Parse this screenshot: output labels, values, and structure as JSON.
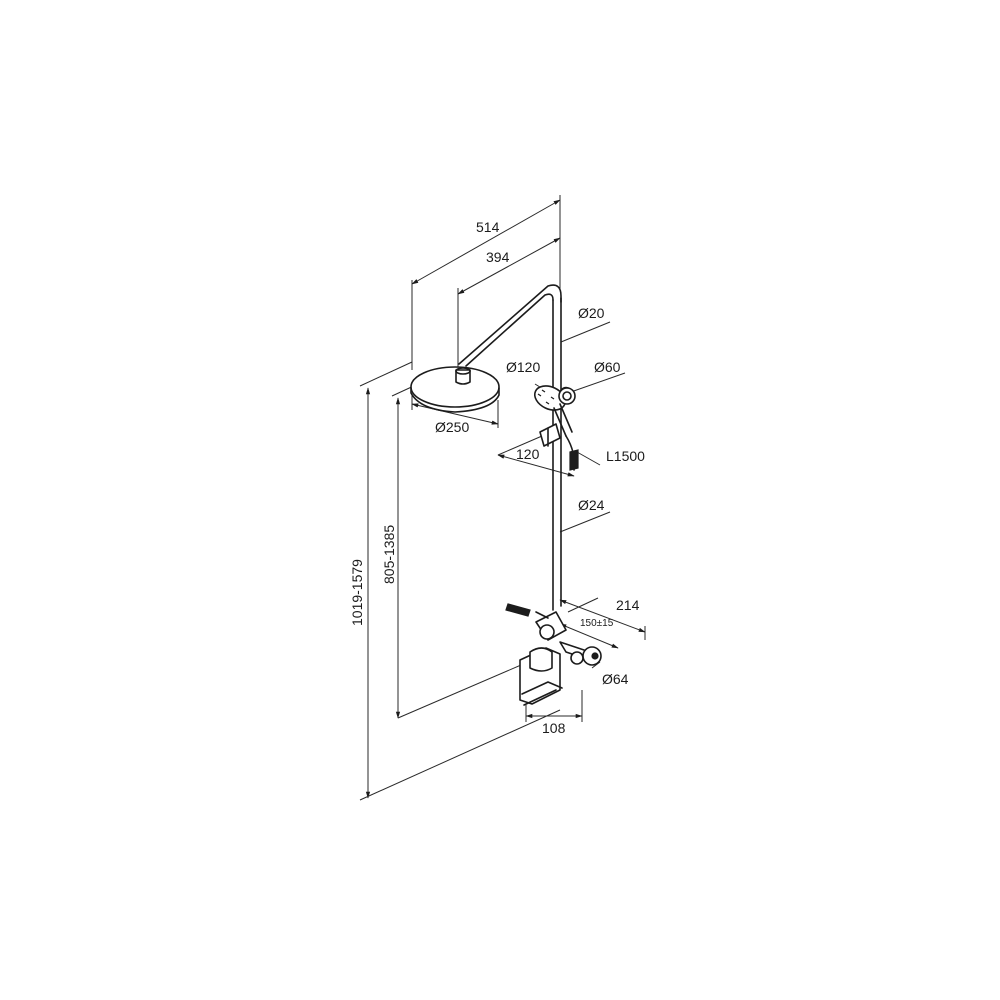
{
  "dimensions": {
    "total_width": "514",
    "arm_length": "394",
    "riser_top_diameter": "Ø20",
    "hand_shower_diameter": "Ø120",
    "wall_bracket_diameter": "Ø60",
    "rain_shower_diameter": "Ø250",
    "holder_offset": "120",
    "hose_length": "L1500",
    "riser_diameter": "Ø24",
    "mixer_depth": "214",
    "connection_spacing": "150±15",
    "escutcheon_diameter": "Ø64",
    "spout_width": "108",
    "height_range_mixer": "805-1385",
    "height_range_total": "1019-1579"
  }
}
